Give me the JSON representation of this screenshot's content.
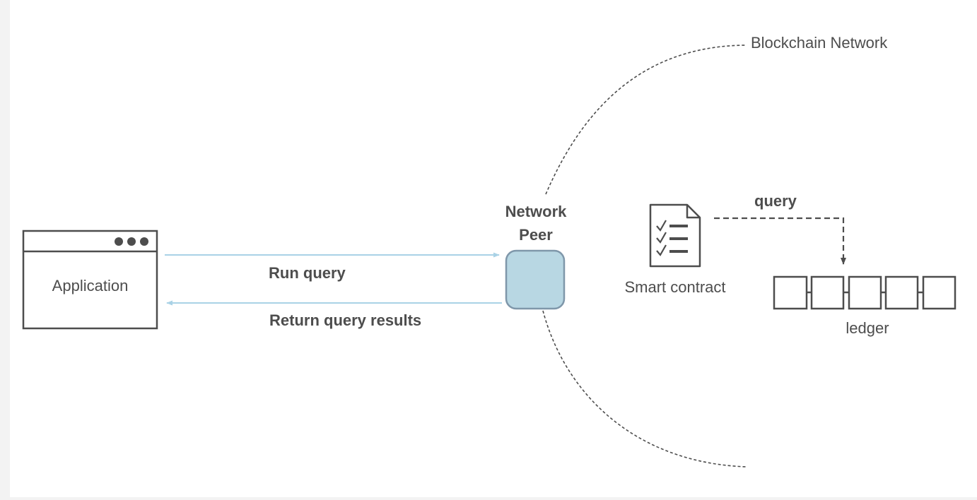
{
  "application": {
    "label": "Application",
    "window_dots": 3
  },
  "arrows": {
    "request_label": "Run query",
    "response_label": "Return query results"
  },
  "peer": {
    "label_line1": "Network",
    "label_line2": "Peer"
  },
  "network": {
    "label": "Blockchain Network"
  },
  "smart_contract": {
    "label": "Smart contract"
  },
  "query_edge": {
    "label": "query"
  },
  "ledger": {
    "label": "ledger",
    "block_count": 5
  },
  "colors": {
    "stroke": "#4d4d4d",
    "text": "#4d4d4d",
    "arrow": "#a9d2e6",
    "peer_fill": "#b8d7e3",
    "peer_stroke": "#7f97aa",
    "background": "#ffffff"
  }
}
